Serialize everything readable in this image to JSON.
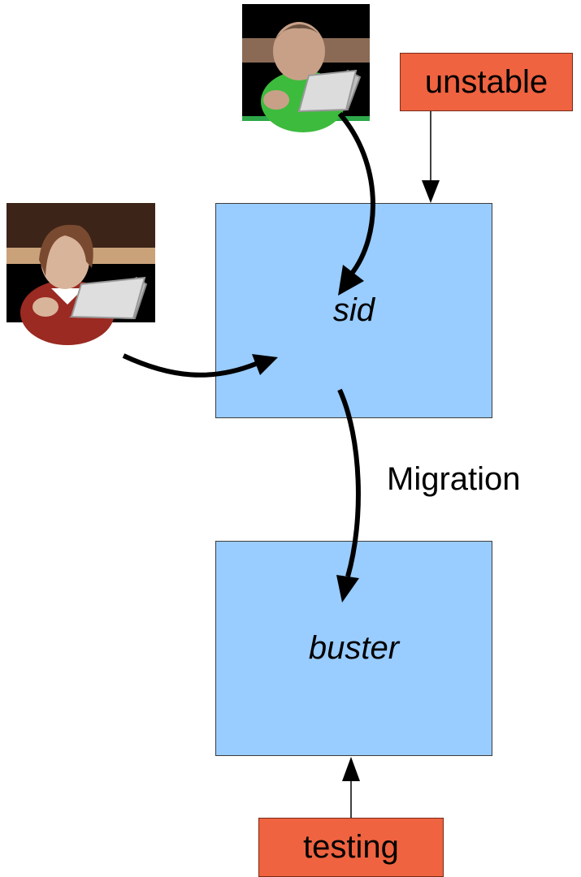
{
  "nodes": {
    "sid": "sid",
    "buster": "buster"
  },
  "tags": {
    "unstable": "unstable",
    "testing": "testing"
  },
  "edges": {
    "migration": "Migration"
  },
  "avatars": {
    "male_user": "user-male-laptop-icon",
    "female_user": "user-female-laptop-icon"
  },
  "colors": {
    "node_fill": "#99ccff",
    "tag_fill": "#ef6340",
    "arrow": "#000000"
  }
}
